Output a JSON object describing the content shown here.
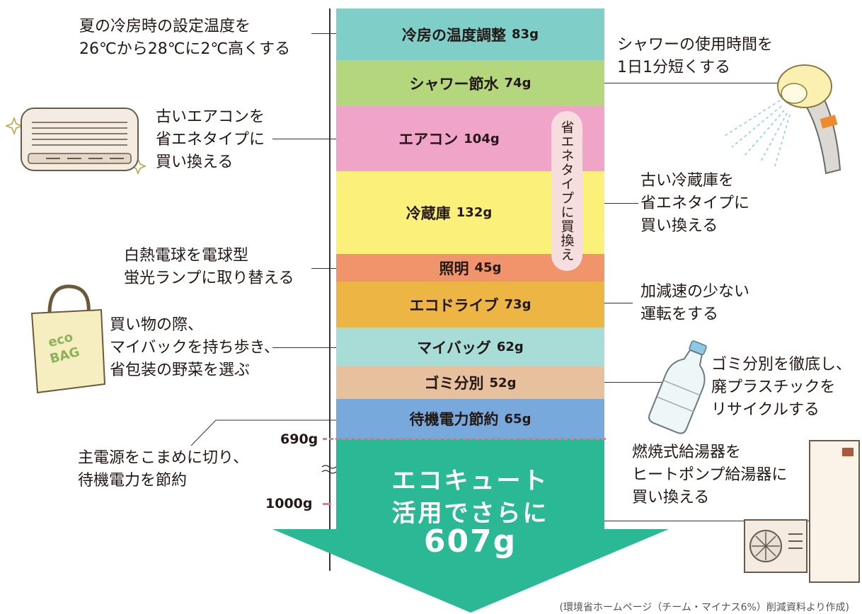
{
  "bands": [
    {
      "name": "冷房の温度調整",
      "value": "83g",
      "color": "#7fcfc8"
    },
    {
      "name": "シャワー節水",
      "value": "74g",
      "color": "#b4d67c"
    },
    {
      "name": "エアコン",
      "value": "104g",
      "color": "#f0a4c8"
    },
    {
      "name": "冷蔵庫",
      "value": "132g",
      "color": "#fbf07a"
    },
    {
      "name": "照明",
      "value": "45g",
      "color": "#f0956b"
    },
    {
      "name": "エコドライブ",
      "value": "73g",
      "color": "#edb544"
    },
    {
      "name": "マイバッグ",
      "value": "62g",
      "color": "#a7dcd7"
    },
    {
      "name": "ゴミ分別",
      "value": "52g",
      "color": "#e7c19d"
    },
    {
      "name": "待機電力節約",
      "value": "65g",
      "color": "#77a9dc"
    }
  ],
  "pill_label": "省エネタイプに買換え",
  "big_arrow": {
    "line1": "エコキュート",
    "line2": "活用でさらに",
    "line3": "607g",
    "color": "#2bb894"
  },
  "ticks": {
    "t690": "690g",
    "t1000": "1000g"
  },
  "notes": {
    "n1": [
      "夏の冷房時の設定温度を",
      "26℃から28℃に2℃高くする"
    ],
    "n2": [
      "シャワーの使用時間を",
      "1日1分短くする"
    ],
    "n3": [
      "古いエアコンを",
      "省エネタイプに",
      "買い換える"
    ],
    "n4": [
      "古い冷蔵庫を",
      "省エネタイプに",
      "買い換える"
    ],
    "n5": [
      "白熱電球を電球型",
      "蛍光ランプに取り替える"
    ],
    "n6": [
      "加減速の少ない",
      "運転をする"
    ],
    "n7": [
      "買い物の際、",
      "マイバックを持ち歩き、",
      "省包装の野菜を選ぶ"
    ],
    "n8": [
      "ゴミ分別を徹底し、",
      "廃プラスチックを",
      "リサイクルする"
    ],
    "n9": [
      "主電源をこまめに切り、",
      "待機電力を節約"
    ],
    "n10": [
      "燃焼式給湯器を",
      "ヒートポンプ給湯器に",
      "買い換える"
    ]
  },
  "bag_text": {
    "line1": "eco",
    "line2": "BAG"
  },
  "source": "(環境省ホームページ（チーム・マイナス6%）削減資料より作成)"
}
